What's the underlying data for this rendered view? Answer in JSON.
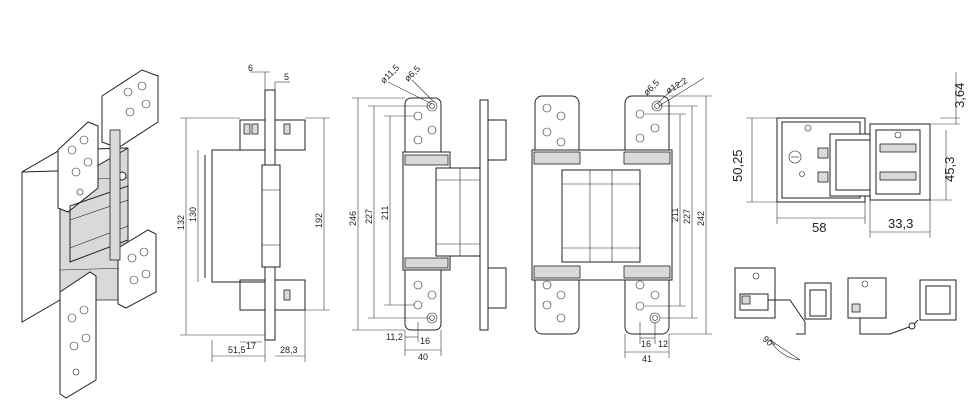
{
  "dimensions": {
    "side_top_6": "6",
    "side_top_5": "5",
    "side_192": "192",
    "side_132": "132",
    "side_130": "130",
    "side_515": "51,5",
    "side_17": "17",
    "side_283": "28,3",
    "front_d115": "ø11,5",
    "front_d65": "ø6,5",
    "front_246": "246",
    "front_227": "227",
    "front_211": "211",
    "front_112": "11,2",
    "front_16": "16",
    "front_40": "40",
    "back_d65": "ø6,5",
    "back_d122": "ø12,2",
    "back_211": "211",
    "back_227": "227",
    "back_242": "242",
    "back_16": "16",
    "back_12": "12",
    "back_41": "41",
    "top_5025": "50,25",
    "top_58": "58",
    "top_333": "33,3",
    "top_364": "3,64",
    "top_453": "45,3",
    "angle_90": "90°"
  }
}
